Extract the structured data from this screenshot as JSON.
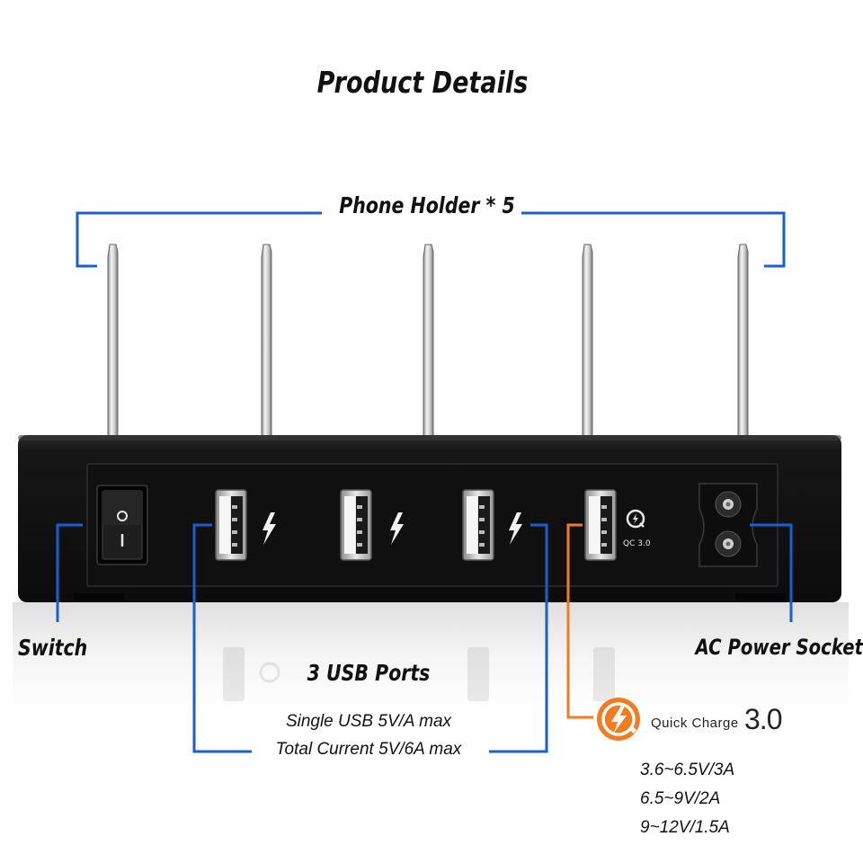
{
  "title": "Product Details",
  "labels": {
    "phone_holder": "Phone Holder * 5",
    "switch": "Switch",
    "usb_ports": "3 USB Ports",
    "ac_socket": "AC Power Socket"
  },
  "usb_specs": {
    "single": "Single USB 5V/A max",
    "total": "Total Current 5V/6A max"
  },
  "quick_charge": {
    "word": "Quick Charge",
    "version": "3.0",
    "port_badge": "QC 3.0",
    "specs": [
      "3.6~6.5V/3A",
      "6.5~9V/2A",
      "9~12V/1.5A"
    ]
  },
  "colors": {
    "callout_blue": "#1a5fd0",
    "callout_orange": "#f47c20",
    "device_body": "#151515"
  },
  "icons": [
    "lightning-icon",
    "quick-charge-icon",
    "power-switch-icon",
    "power-socket-icon"
  ]
}
